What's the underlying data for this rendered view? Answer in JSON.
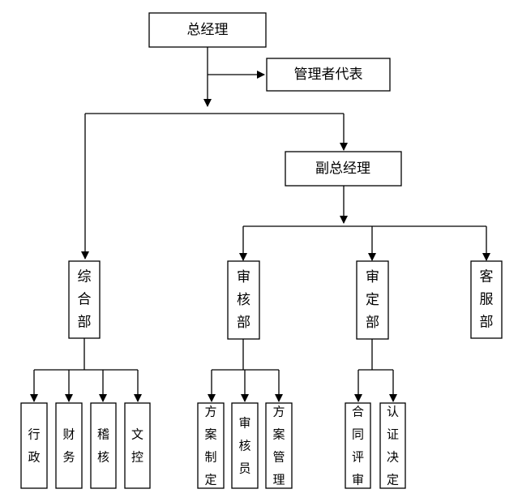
{
  "org": {
    "general_manager": "总经理",
    "management_representative": "管理者代表",
    "deputy_general_manager": "副总经理",
    "departments": [
      {
        "name": "综合部",
        "subunits": [
          "行政",
          "财务",
          "稽核",
          "文控"
        ]
      },
      {
        "name": "审核部",
        "subunits": [
          "方案制定",
          "审核员",
          "方案管理"
        ]
      },
      {
        "name": "审定部",
        "subunits": [
          "合同评审",
          "认证决定"
        ]
      },
      {
        "name": "客服部",
        "subunits": []
      }
    ]
  },
  "colors": {
    "line": "#000000",
    "box_fill": "#ffffff",
    "text": "#000000"
  }
}
